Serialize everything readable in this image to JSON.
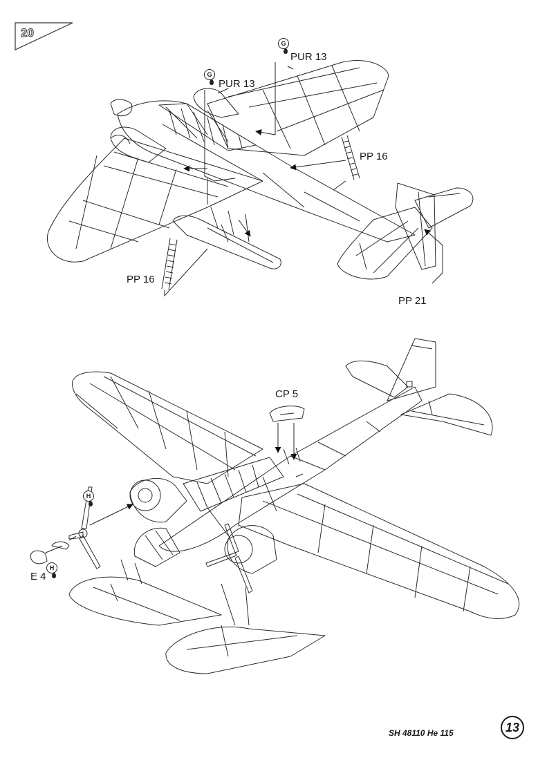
{
  "step": {
    "number": "20"
  },
  "callouts": {
    "pur13_a": "PUR 13",
    "pur13_b": "PUR 13",
    "pp16_right": "PP 16",
    "pp16_left": "PP 16",
    "pp21": "PP 21",
    "cp5": "CP 5",
    "e4": "E 4"
  },
  "paint_codes": {
    "g1": "G",
    "g2": "G",
    "h1": "H",
    "h2": "H"
  },
  "footer": {
    "product": "SH 48110 He 115",
    "page_number": "13"
  }
}
